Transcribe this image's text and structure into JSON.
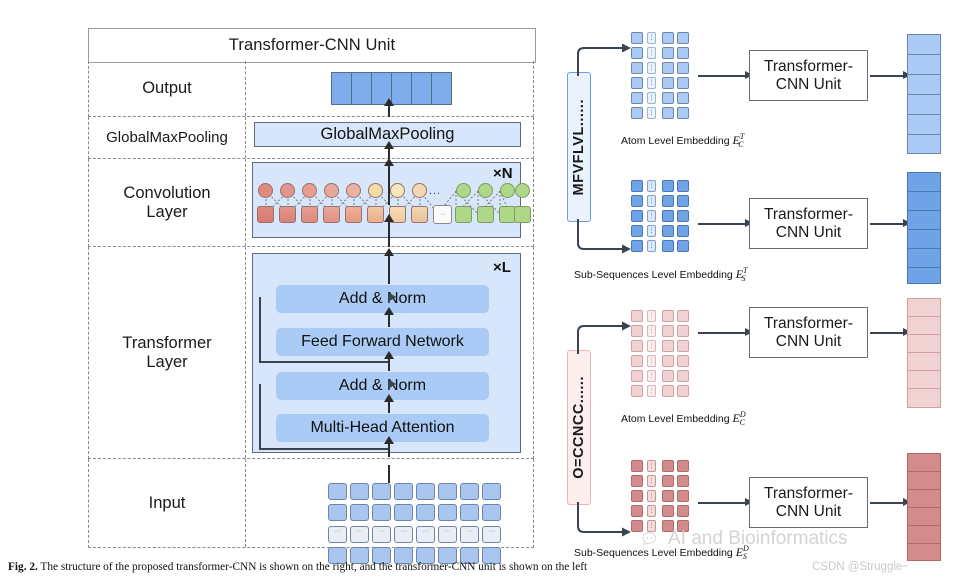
{
  "figure": {
    "caption_prefix": "Fig. 2.",
    "caption_text": " The structure of the proposed transformer-CNN is shown on the right, and the transformer-CNN unit is shown on the left",
    "watermark": "AI and Bioinformatics",
    "csdn_tag": "CSDN @Struggle~"
  },
  "unit": {
    "title": "Transformer-CNN Unit",
    "rows": [
      {
        "label": "Output"
      },
      {
        "label": "GlobalMaxPooling"
      },
      {
        "label": "Convolution\nLayer"
      },
      {
        "label": "Transformer\nLayer"
      },
      {
        "label": "Input"
      }
    ],
    "row_labels": {
      "output": "Output",
      "globalmaxpooling": "GlobalMaxPooling",
      "convolution": "Convolution Layer",
      "convolution_line1": "Convolution",
      "convolution_line2": "Layer",
      "transformer_line1": "Transformer",
      "transformer_line2": "Layer",
      "input": "Input"
    },
    "blocks": {
      "gmp": "GlobalMaxPooling",
      "add_norm_top": "Add & Norm",
      "feed_forward": "Feed Forward Network",
      "add_norm_bottom": "Add & Norm",
      "multi_head": "Multi-Head Attention"
    },
    "multipliers": {
      "conv": "×N",
      "transformer": "×L"
    },
    "output_vector_cells": 6,
    "conv_ellipsis": "...",
    "conv_gap_cell": "···"
  },
  "pipeline": {
    "inputs": [
      {
        "id": "protein",
        "sequence": "MFVFLVL......",
        "border": "#6d9fe0",
        "fill": "#eaf2fd"
      },
      {
        "id": "drug",
        "sequence": "O=CCNCC......",
        "border": "#e8b6b6",
        "fill": "#fdeeee"
      }
    ],
    "tcu_label": "Transformer-\nCNN Unit",
    "tcu_line1": "Transformer-",
    "tcu_line2": "CNN Unit",
    "branches": [
      {
        "id": "protein-atom",
        "caption": "Atom Level Embedding",
        "symbol_base": "E",
        "symbol_sub": "C",
        "symbol_sup": "T",
        "cell_fill": "#a9cbf5",
        "cell_border": "#6d85a8",
        "out_fill": "#a9cbf5",
        "out_border": "#6d85a8",
        "out_cells": 6,
        "rows": 6
      },
      {
        "id": "protein-subseq",
        "caption": "Sub-Sequences Level Embedding",
        "symbol_base": "E",
        "symbol_sub": "S",
        "symbol_sup": "T",
        "cell_fill": "#6fa3e8",
        "cell_border": "#4a76b5",
        "out_fill": "#6fa3e8",
        "out_border": "#4a76b5",
        "out_cells": 6,
        "rows": 5
      },
      {
        "id": "drug-atom",
        "caption": "Atom Level Embedding",
        "symbol_base": "E",
        "symbol_sub": "C",
        "symbol_sup": "D",
        "cell_fill": "#f0d2d2",
        "cell_border": "#d49f9f",
        "out_fill": "#f0d2d2",
        "out_border": "#d49f9f",
        "out_cells": 6,
        "rows": 6
      },
      {
        "id": "drug-subseq",
        "caption": "Sub-Sequences Level Embedding",
        "symbol_base": "E",
        "symbol_sub": "S",
        "symbol_sup": "D",
        "cell_fill": "#d38b8b",
        "cell_border": "#b06a6a",
        "out_fill": "#d38b8b",
        "out_border": "#b06a6a",
        "out_cells": 6,
        "rows": 5
      }
    ]
  },
  "colors": {
    "panel_fill": "#d7e6fa",
    "inner_block": "#a9cbf5",
    "output_strip": "#7fadeb",
    "conv_warm_start": "#e08a80",
    "conv_warm_end": "#f6dfa6",
    "conv_cool": "#aed888",
    "stroke": "#5d6b7a"
  }
}
